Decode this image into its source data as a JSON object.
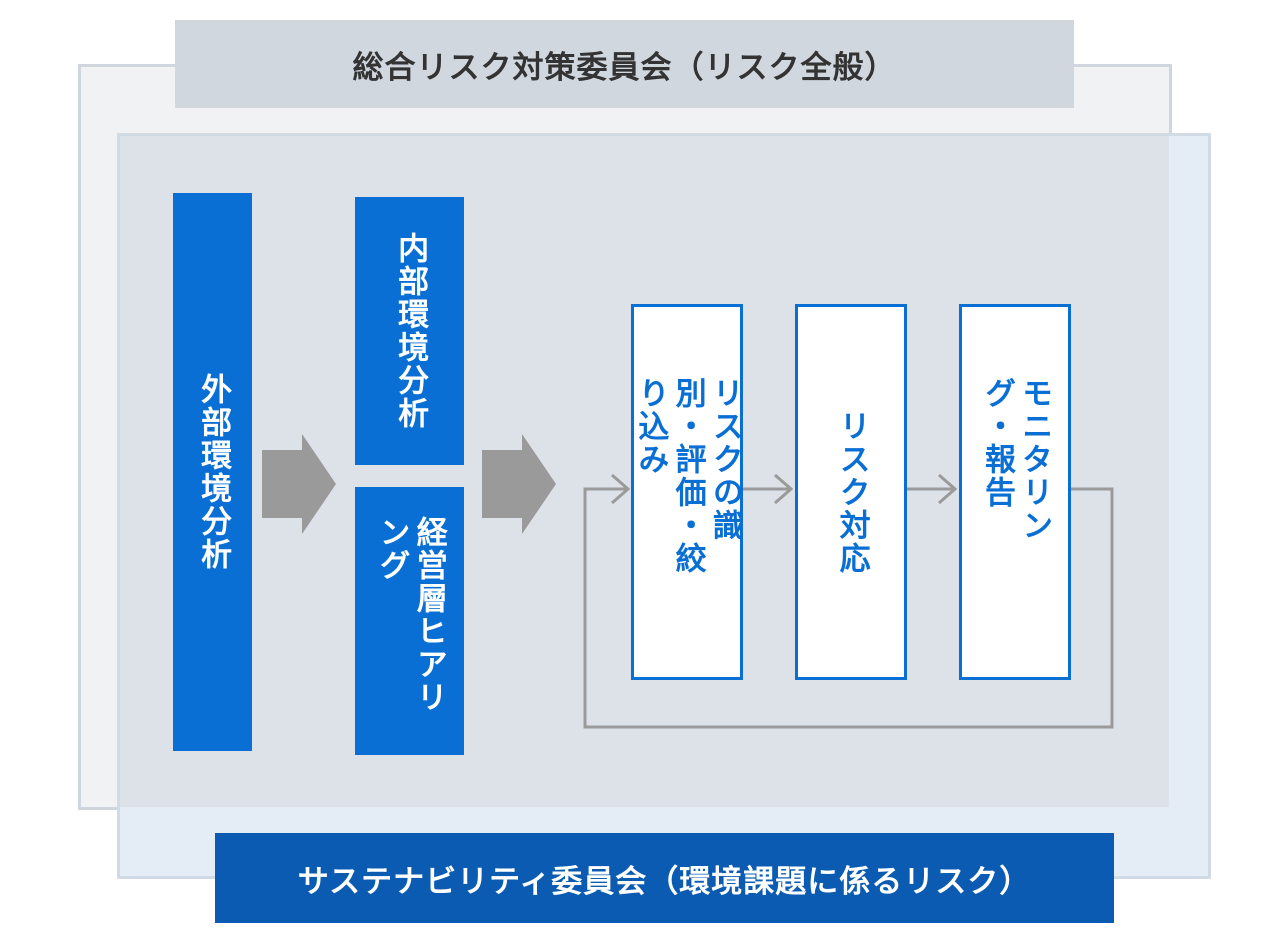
{
  "committees": {
    "general": "総合リスク対策委員会（リスク全般）",
    "sustainability": "サステナビリティ委員会（環境課題に係るリスク）"
  },
  "analysis": {
    "external": "外部環境分析",
    "internal": "内部環境分析",
    "hearing": "経営層ヒアリング"
  },
  "process": {
    "identify": "リスクの識別・評価・絞り込み",
    "response": "リスク対応",
    "monitor": "モニタリング・報告"
  },
  "colors": {
    "primary_blue": "#0a6fd4",
    "dark_blue": "#0a5bb1",
    "arrow_gray": "#9a9a9a"
  }
}
